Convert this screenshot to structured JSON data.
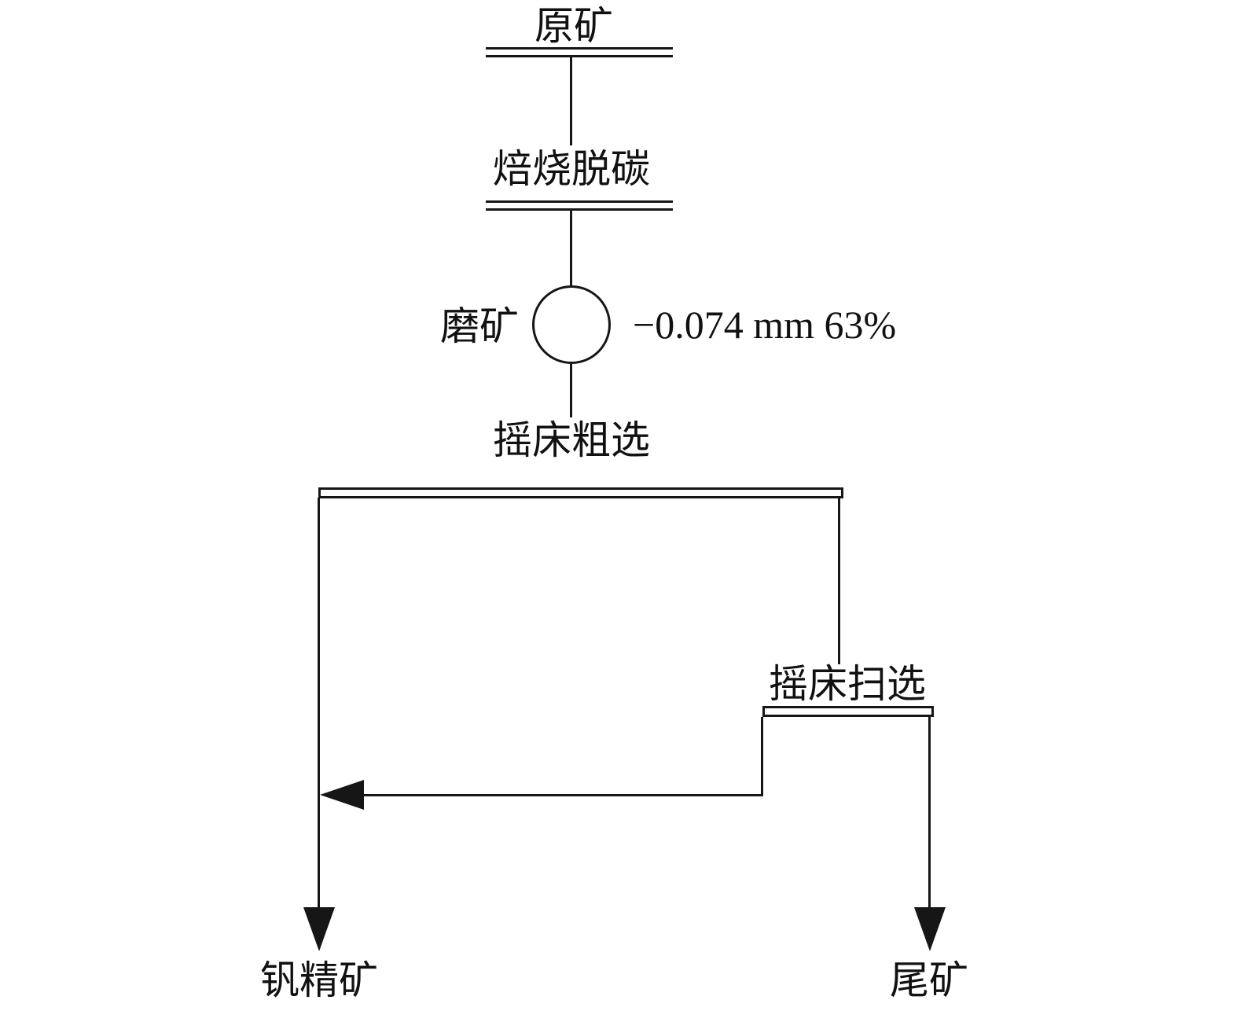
{
  "diagram": {
    "type": "process-flowsheet",
    "line_color": "#161616",
    "background_color": "#ffffff",
    "labels": {
      "raw_ore": "原矿",
      "roasting": "焙烧脱碳",
      "grinding": "磨矿",
      "grind_fineness": "−0.074 mm 63%",
      "roughing": "摇床粗选",
      "scavenging": "摇床扫选",
      "concentrate": "钒精矿",
      "tailings": "尾矿"
    },
    "flow": [
      "原矿 → 焙烧脱碳",
      "焙烧脱碳 → 磨矿 (−0.074 mm 63%)",
      "磨矿 → 摇床粗选",
      "摇床粗选(精) → 钒精矿",
      "摇床粗选(尾) → 摇床扫选",
      "摇床扫选(中矿) → 返回精矿流",
      "摇床扫选(尾) → 尾矿"
    ]
  }
}
